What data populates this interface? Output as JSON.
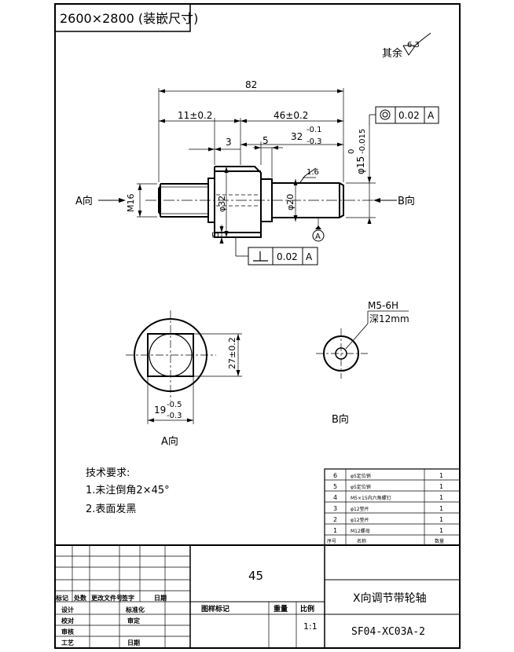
{
  "size_label": "2600×2800 (装嵌尺寸)",
  "roughness": {
    "prefix": "其余",
    "value": "6.3",
    "local": "1.6"
  },
  "dims": {
    "overall": "82",
    "d11": "11±0.2",
    "d46": "46±0.2",
    "d32": "32",
    "d32_upper": "-0.1",
    "d32_lower": "-0.3",
    "d3": "3",
    "d5": "5",
    "d5_left": "5",
    "dia15": "φ15",
    "dia15_upper": "0",
    "dia15_lower": "-0.015",
    "m16": "M16",
    "dia32": "φ32",
    "dia20": "φ20",
    "h27": "27±0.2",
    "w19": "19",
    "w19_upper": "-0.5",
    "w19_lower": "-0.3",
    "thread_hole": "M5-6H",
    "thread_depth": "深12mm"
  },
  "tolerance": {
    "runout_value": "0.02",
    "runout_datum": "A",
    "perp_value": "0.02",
    "perp_datum": "A",
    "datum": "A"
  },
  "views": {
    "a_arrow": "A向",
    "b_arrow": "B向",
    "a_label": "A向",
    "b_label": "B向"
  },
  "tech_req": {
    "title": "技术要求:",
    "items": [
      "1.未注倒角2×45°",
      "2.表面发黑"
    ]
  },
  "bom": {
    "rows": [
      {
        "no": "6",
        "name": "φ5定位销",
        "qty": "1"
      },
      {
        "no": "5",
        "name": "φ5定位销",
        "qty": "1"
      },
      {
        "no": "4",
        "name": "M5×15内六角螺钉",
        "qty": "1"
      },
      {
        "no": "3",
        "name": "φ12垫片",
        "qty": "1"
      },
      {
        "no": "2",
        "name": "φ12垫片",
        "qty": "1"
      },
      {
        "no": "1",
        "name": "M12螺母",
        "qty": "1"
      }
    ],
    "header": {
      "no": "序号",
      "name": "名称",
      "qty": "数量"
    }
  },
  "title_block": {
    "material": "45",
    "part_name": "X向调节带轮轴",
    "drawing_no": "SF04-XC03A-2",
    "scale": "1:1",
    "rev_headers": [
      "标记",
      "处数",
      "更改文件号",
      "签字",
      "日期"
    ],
    "roles": [
      "设计",
      "校对",
      "审核",
      "工艺"
    ],
    "roles2": [
      "标准化",
      "审定",
      "日期"
    ],
    "stage_label": "图样标记",
    "weight_label": "重量",
    "scale_label": "比例"
  }
}
